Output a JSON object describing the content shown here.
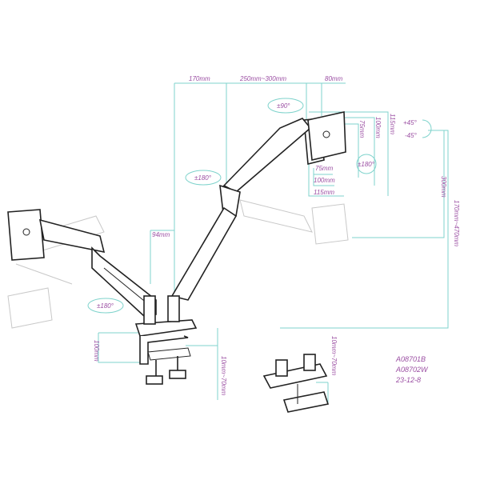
{
  "dimensions": {
    "top_left": "170mm",
    "top_mid": "250mm~300mm",
    "top_right": "80mm",
    "vesa_v_outer": "115mm",
    "vesa_v_mid": "100mm",
    "vesa_v_inner": "75mm",
    "vesa_h_inner": "75mm",
    "vesa_h_mid": "100mm",
    "vesa_h_outer": "115mm",
    "tilt_up": "+45°",
    "tilt_down": "-45°",
    "height_300": "300mm",
    "height_range": "170mm~470mm",
    "post_offset": "94mm",
    "clamp_depth": "100mm",
    "clamp_thickness": "10mm~70mm",
    "grommet_thickness": "10mm~70mm"
  },
  "rotations": {
    "swivel_top": "±90°",
    "rotate_monitor": "±180°",
    "arm_upper": "±180°",
    "arm_lower": "±180°"
  },
  "model_codes": [
    "A08701B",
    "A08702W",
    "23-12-8"
  ],
  "colors": {
    "dimension_line": "#7fd3cc",
    "label": "#9b4fa3",
    "outline": "#222222"
  }
}
